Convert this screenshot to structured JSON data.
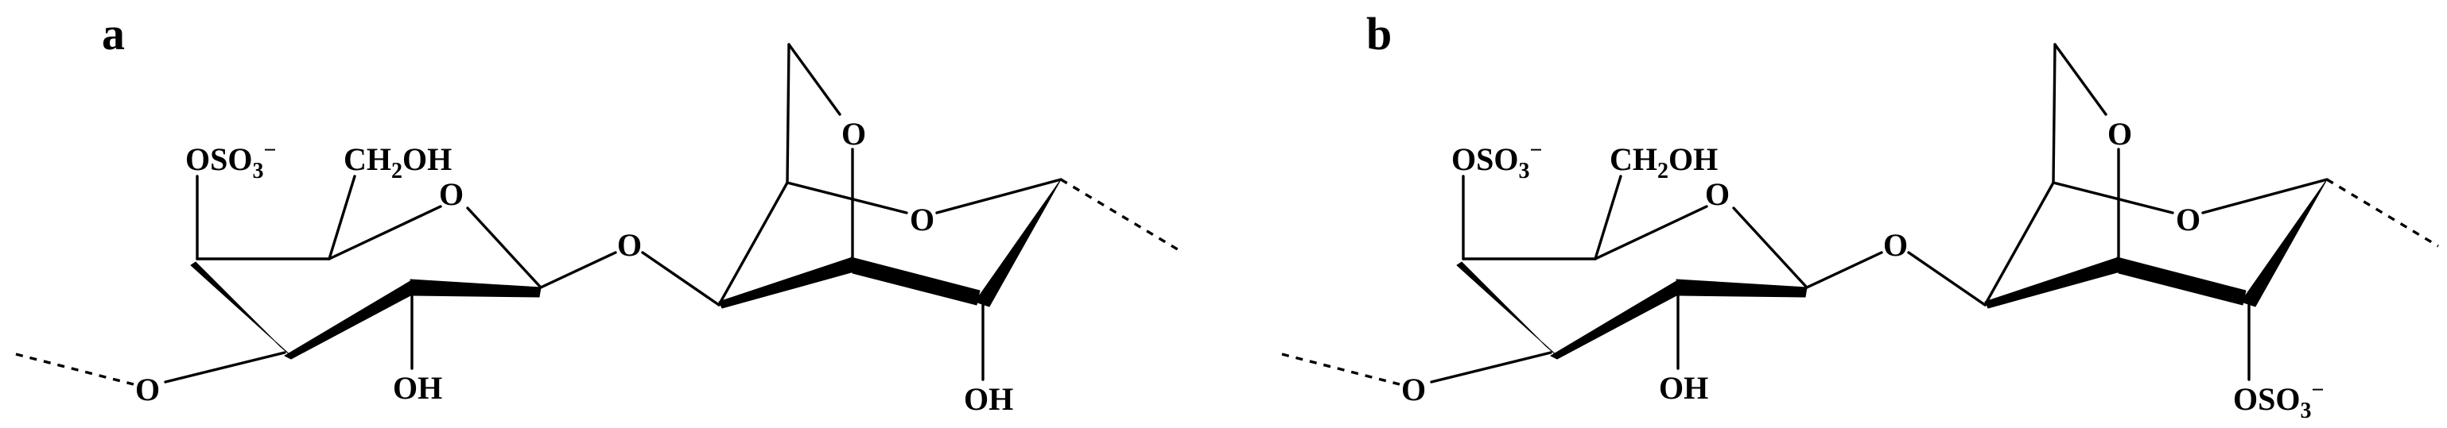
{
  "figure": {
    "panels": [
      {
        "id": "a",
        "label": "a",
        "atoms": {
          "o_link_left": "O",
          "so3_top": {
            "main": "OSO",
            "sub": "3",
            "sup": "−"
          },
          "ch2oh": {
            "pre": "CH",
            "sub": "2",
            "post": "OH"
          },
          "ring_o_gal": "O",
          "oh_gal": "OH",
          "o_glyco": "O",
          "bridge_o_top": "O",
          "ring_o_ahg": "O",
          "sub_c2": "OH"
        }
      },
      {
        "id": "b",
        "label": "b",
        "atoms": {
          "o_link_left": "O",
          "so3_top": {
            "main": "OSO",
            "sub": "3",
            "sup": "−"
          },
          "ch2oh": {
            "pre": "CH",
            "sub": "2",
            "post": "OH"
          },
          "ring_o_gal": "O",
          "oh_gal": "OH",
          "o_glyco": "O",
          "bridge_o_top": "O",
          "ring_o_ahg": "O",
          "sub_c2": {
            "main": "OSO",
            "sub": "3",
            "sup": "−"
          }
        }
      }
    ],
    "color": "#000000"
  }
}
